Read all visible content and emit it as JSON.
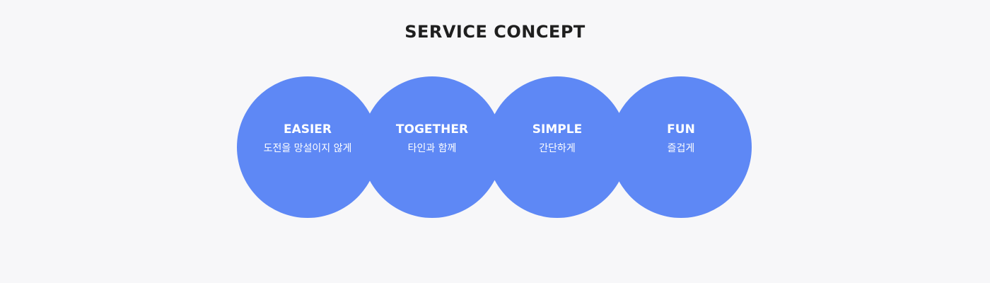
{
  "header": {
    "title": "SERVICE CONCEPT"
  },
  "colors": {
    "background": "#f7f7f9",
    "circle_fill": "#5e88f5",
    "title_text": "#1f1f1f",
    "circle_text": "#ffffff"
  },
  "concepts": [
    {
      "title": "EASIER",
      "subtitle": "도전을 망설이지 않게"
    },
    {
      "title": "TOGETHER",
      "subtitle": "타인과 함께"
    },
    {
      "title": "SIMPLE",
      "subtitle": "간단하게"
    },
    {
      "title": "FUN",
      "subtitle": "즐겁게"
    }
  ]
}
